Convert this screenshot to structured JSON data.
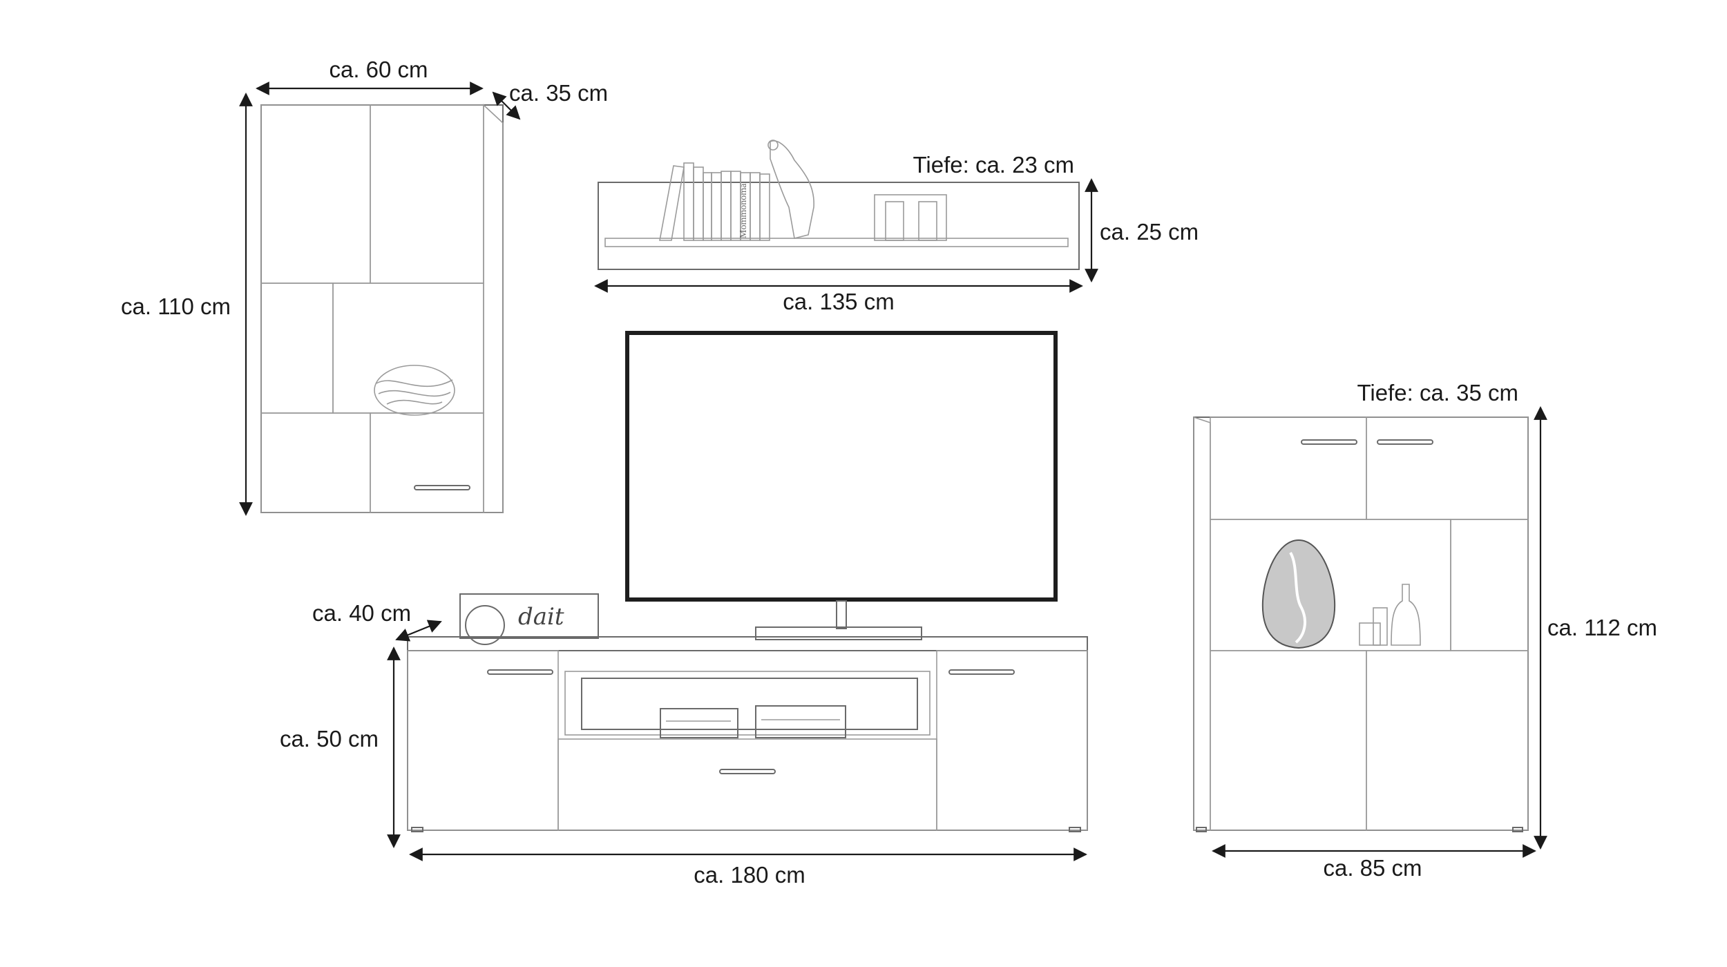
{
  "diagram": {
    "wall_cabinet": {
      "width_label": "ca. 60 cm",
      "depth_label": "ca. 35 cm",
      "height_label": "ca. 110 cm"
    },
    "wall_shelf": {
      "depth_label": "Tiefe: ca. 23 cm",
      "height_label": "ca. 25 cm",
      "width_label": "ca. 135 cm",
      "book_spine_text": "Mommonoma"
    },
    "tv_board": {
      "depth_label": "ca. 40 cm",
      "height_label": "ca. 50 cm",
      "width_label": "ca. 180 cm",
      "deco_box_text": "dait"
    },
    "highboard": {
      "depth_label": "Tiefe: ca. 35 cm",
      "height_label": "ca. 112 cm",
      "width_label": "ca. 85 cm"
    }
  }
}
